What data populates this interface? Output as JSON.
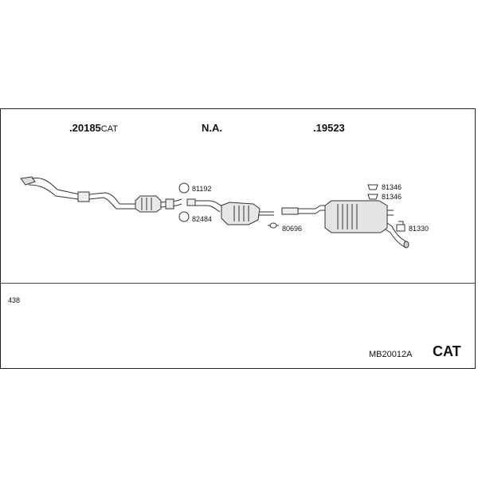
{
  "parts": {
    "front": {
      "number": "20185",
      "suffix": "CAT"
    },
    "middle": {
      "number": "N.A."
    },
    "rear": {
      "number": "19523"
    }
  },
  "accessories": {
    "ring_top": "81192",
    "ring_bottom": "82484",
    "clamp": "80696",
    "hanger_1": "81346",
    "hanger_2": "81346",
    "mount": "81330"
  },
  "footer": {
    "note": "438",
    "code": "MB20012A",
    "cat": "CAT"
  }
}
